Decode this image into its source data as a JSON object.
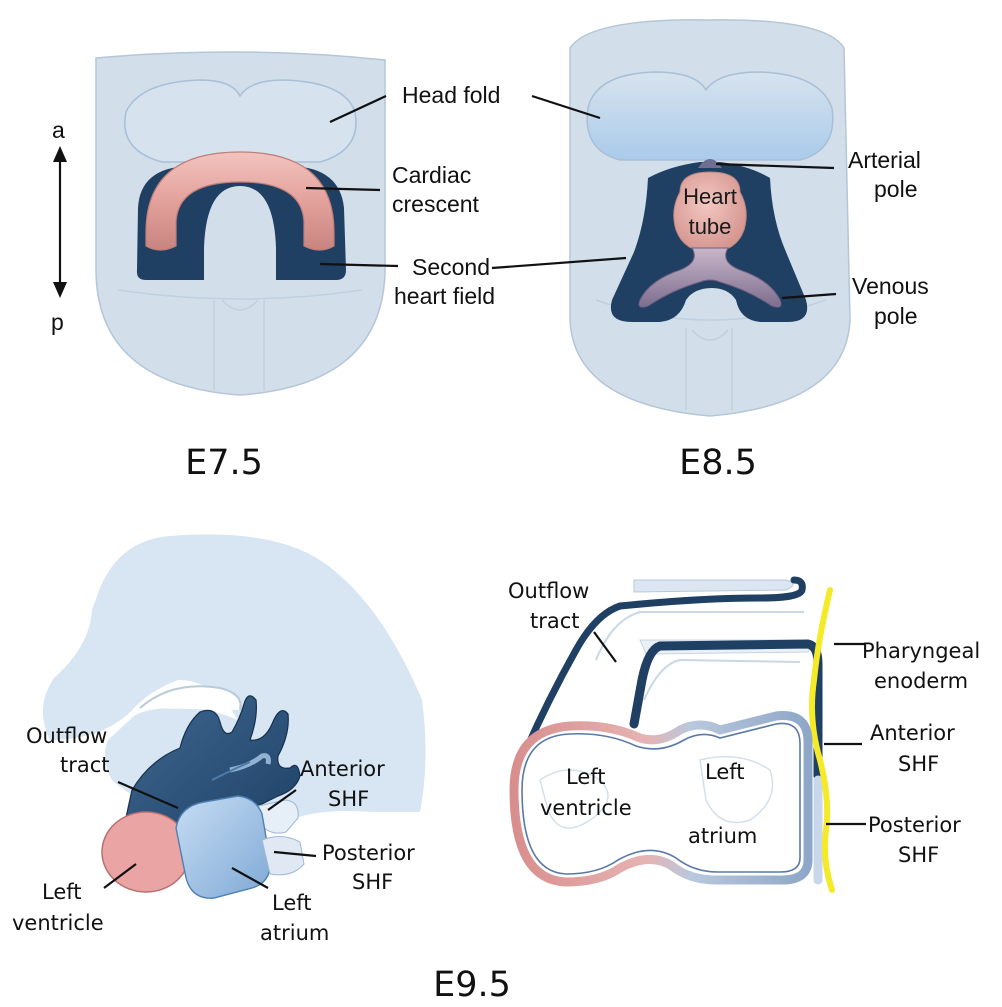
{
  "panels": {
    "e75": {
      "stage": "E7.5",
      "axis": {
        "anterior": "a",
        "posterior": "p"
      },
      "labels": {
        "head_fold": "Head fold",
        "cardiac_1": "Cardiac",
        "cardiac_2": "crescent",
        "shf_1": "Second",
        "shf_2": "heart field"
      }
    },
    "e85": {
      "stage": "E8.5",
      "labels": {
        "heart_1": "Heart",
        "heart_2": "tube",
        "arterial_1": "Arterial",
        "arterial_2": "pole",
        "venous_1": "Venous",
        "venous_2": "pole"
      }
    },
    "e95": {
      "stage": "E9.5",
      "left": {
        "outflow_1": "Outflow",
        "outflow_2": "tract",
        "anterior_1": "Anterior",
        "anterior_2": "SHF",
        "posterior_1": "Posterior",
        "posterior_2": "SHF",
        "lv_1": "Left",
        "lv_2": "ventricle",
        "la_1": "Left",
        "la_2": "atrium"
      },
      "right": {
        "outflow_1": "Outflow",
        "outflow_2": "tract",
        "pharyngeal_1": "Pharyngeal",
        "pharyngeal_2": "enoderm",
        "anterior_1": "Anterior",
        "anterior_2": "SHF",
        "posterior_1": "Posterior",
        "posterior_2": "SHF",
        "lv_1": "Left",
        "lv_2": "ventricle",
        "la_1": "Left",
        "la_2": "atrium"
      }
    }
  },
  "colors": {
    "embryo": "#d2deea",
    "embryo_edge": "#b4c6d8",
    "dark_blue": "#1f3f63",
    "pink": "#e4a6a2",
    "mid_blue": "#9fc3e8",
    "yellow": "#f4ea27",
    "lavender": "#9a8ba6"
  }
}
